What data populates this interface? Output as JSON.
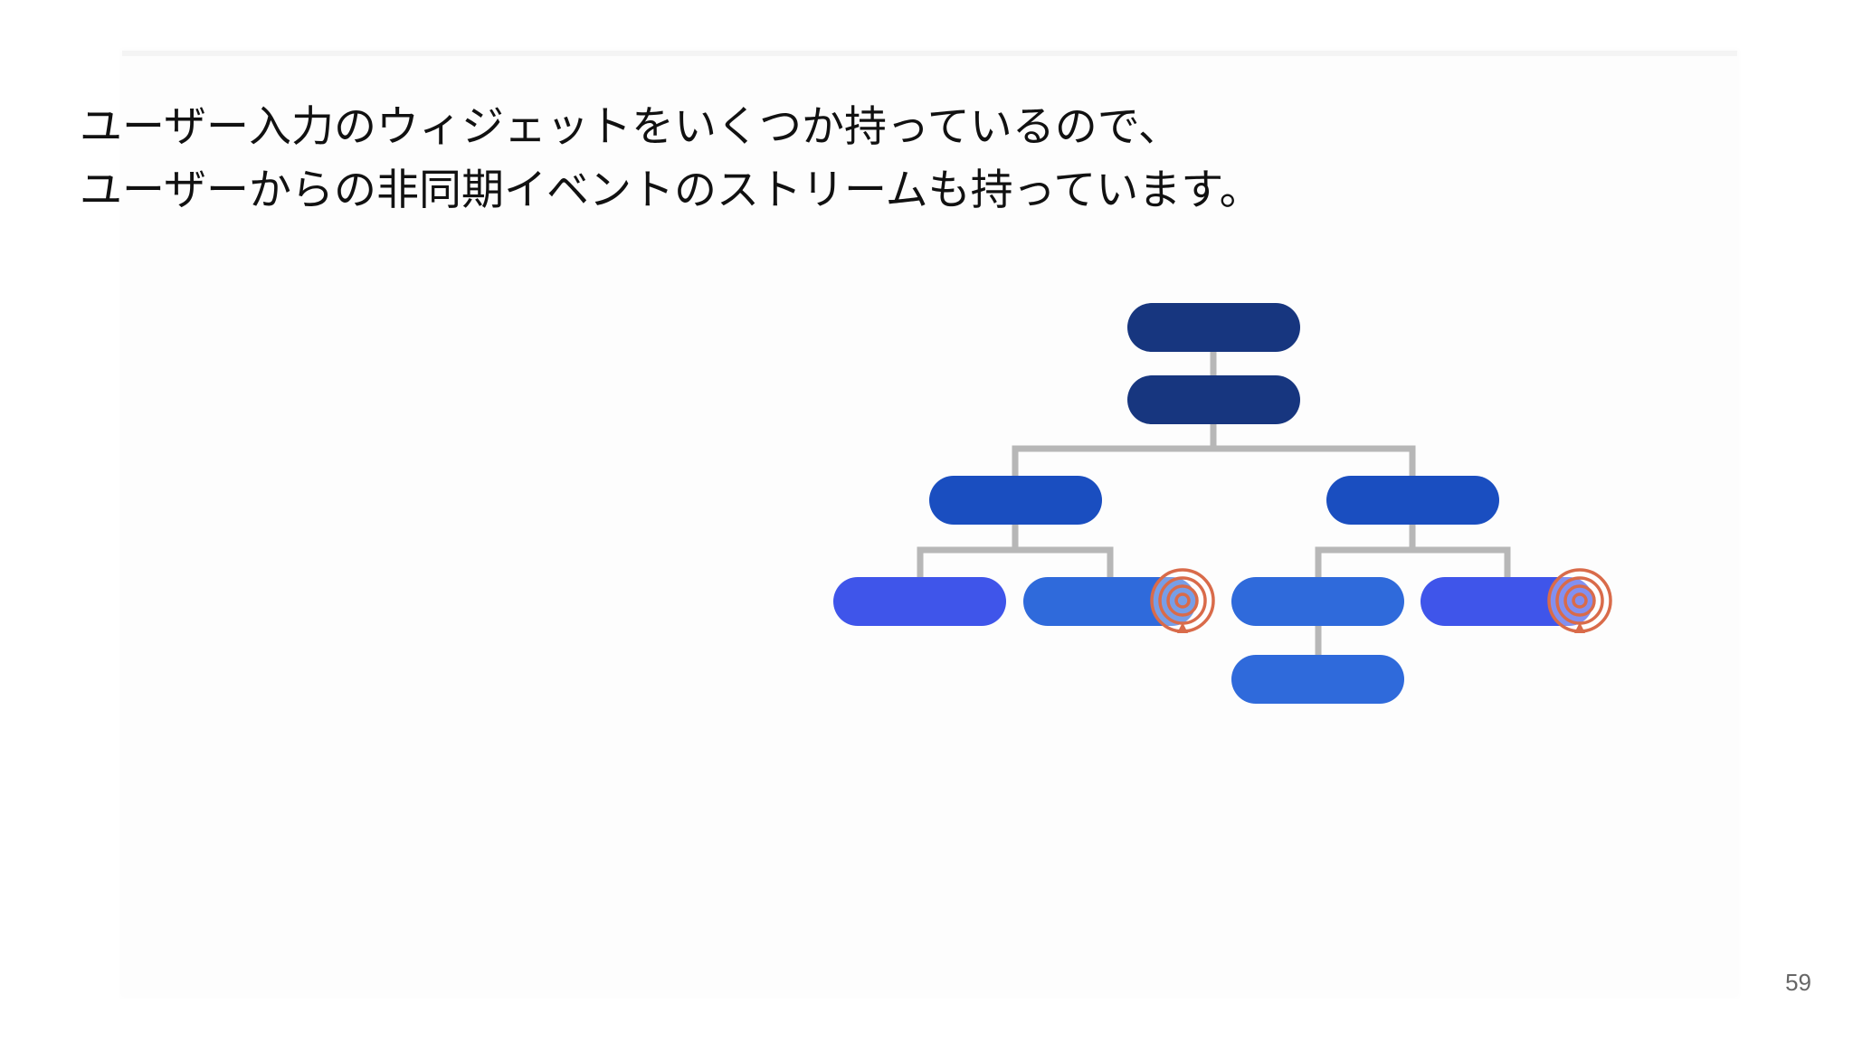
{
  "slide": {
    "heading_line1": "ユーザー入力のウィジェットをいくつか持っているので、",
    "heading_line2": "ユーザーからの非同期イベントのストリームも持っています。",
    "page_number": "59"
  },
  "diagram": {
    "description": "widget-tree",
    "colors": {
      "root": "#17367f",
      "mid": "#1a4ec0",
      "leaf_bright": "#3f55ea",
      "leaf_light": "#2f6adb",
      "connector": "#b7b7b7",
      "event_icon": "#d96b4a"
    },
    "event_icon_name": "broadcast-signal-icon"
  }
}
